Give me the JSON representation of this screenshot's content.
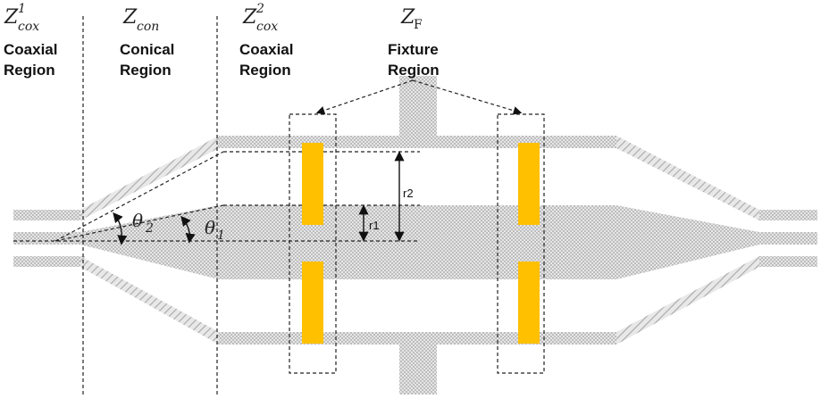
{
  "regions": [
    {
      "symbol": "Z",
      "sub": "cox",
      "sup": "1",
      "line1": "Coaxial",
      "line2": "Region"
    },
    {
      "symbol": "Z",
      "sub": "con",
      "sup": "",
      "line1": "Conical",
      "line2": "Region"
    },
    {
      "symbol": "Z",
      "sub": "cox",
      "sup": "2",
      "line1": "Coaxial",
      "line2": "Region"
    },
    {
      "symbol": "Z",
      "sub": "F",
      "sup": "",
      "line1": "Fixture",
      "line2": "Region"
    }
  ],
  "labels": {
    "theta2": "θ",
    "theta2_sub": "2",
    "theta1": "θ",
    "theta1_sub": "1",
    "r1": "r1",
    "r2": "r2"
  },
  "colors": {
    "conductor_gray": "#c8c8c8",
    "fixture_yellow": "#ffc000",
    "line": "#222222"
  }
}
